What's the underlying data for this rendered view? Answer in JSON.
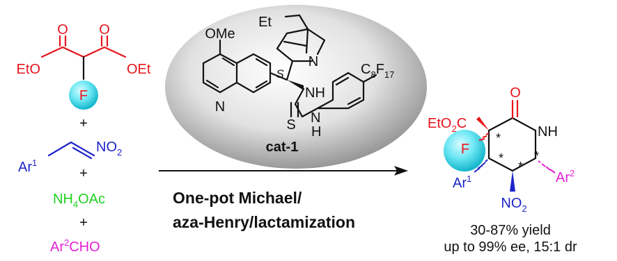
{
  "reactants": {
    "malonate": {
      "left_ester": "EtO",
      "right_ester": "OEt",
      "carbonyl_o": "O",
      "fluorine": "F"
    },
    "plus_1": "+",
    "nitroalkene": {
      "aryl": "Ar",
      "aryl_sup": "1",
      "nitro": "NO",
      "nitro_sub": "2"
    },
    "plus_2": "+",
    "ammonium": {
      "a": "NH",
      "sub": "4",
      "b": "OAc"
    },
    "plus_3": "+",
    "aldehyde": {
      "aryl": "Ar",
      "aryl_sup": "2",
      "rest": "CHO"
    }
  },
  "catalyst": {
    "ethyl": "Et",
    "methoxy": "OMe",
    "quinuclidine_n": "N",
    "quinoline_n": "N",
    "stereo_label": "S",
    "nh_top": "NH",
    "thio_s": "S",
    "nh_bottom_n": "N",
    "nh_bottom_h": "H",
    "perfluoro": {
      "c": "C",
      "c_sub": "8",
      "f": "F",
      "f_sub": "17"
    },
    "name": "cat-1"
  },
  "conditions": {
    "line1": "One-pot Michael/",
    "line2": "aza-Henry/lactamization"
  },
  "product": {
    "ester": {
      "a": "EtO",
      "sub": "2",
      "b": "C"
    },
    "carbonyl_o": "O",
    "nh": "NH",
    "fluorine": "F",
    "star": "*",
    "ar1": {
      "a": "Ar",
      "sup": "1"
    },
    "ar2": {
      "a": "Ar",
      "sup": "2"
    },
    "nitro": {
      "a": "NO",
      "sub": "2"
    }
  },
  "results": {
    "yield": "30-87% yield",
    "selectivity": "up to 99% ee, 15:1 dr"
  }
}
